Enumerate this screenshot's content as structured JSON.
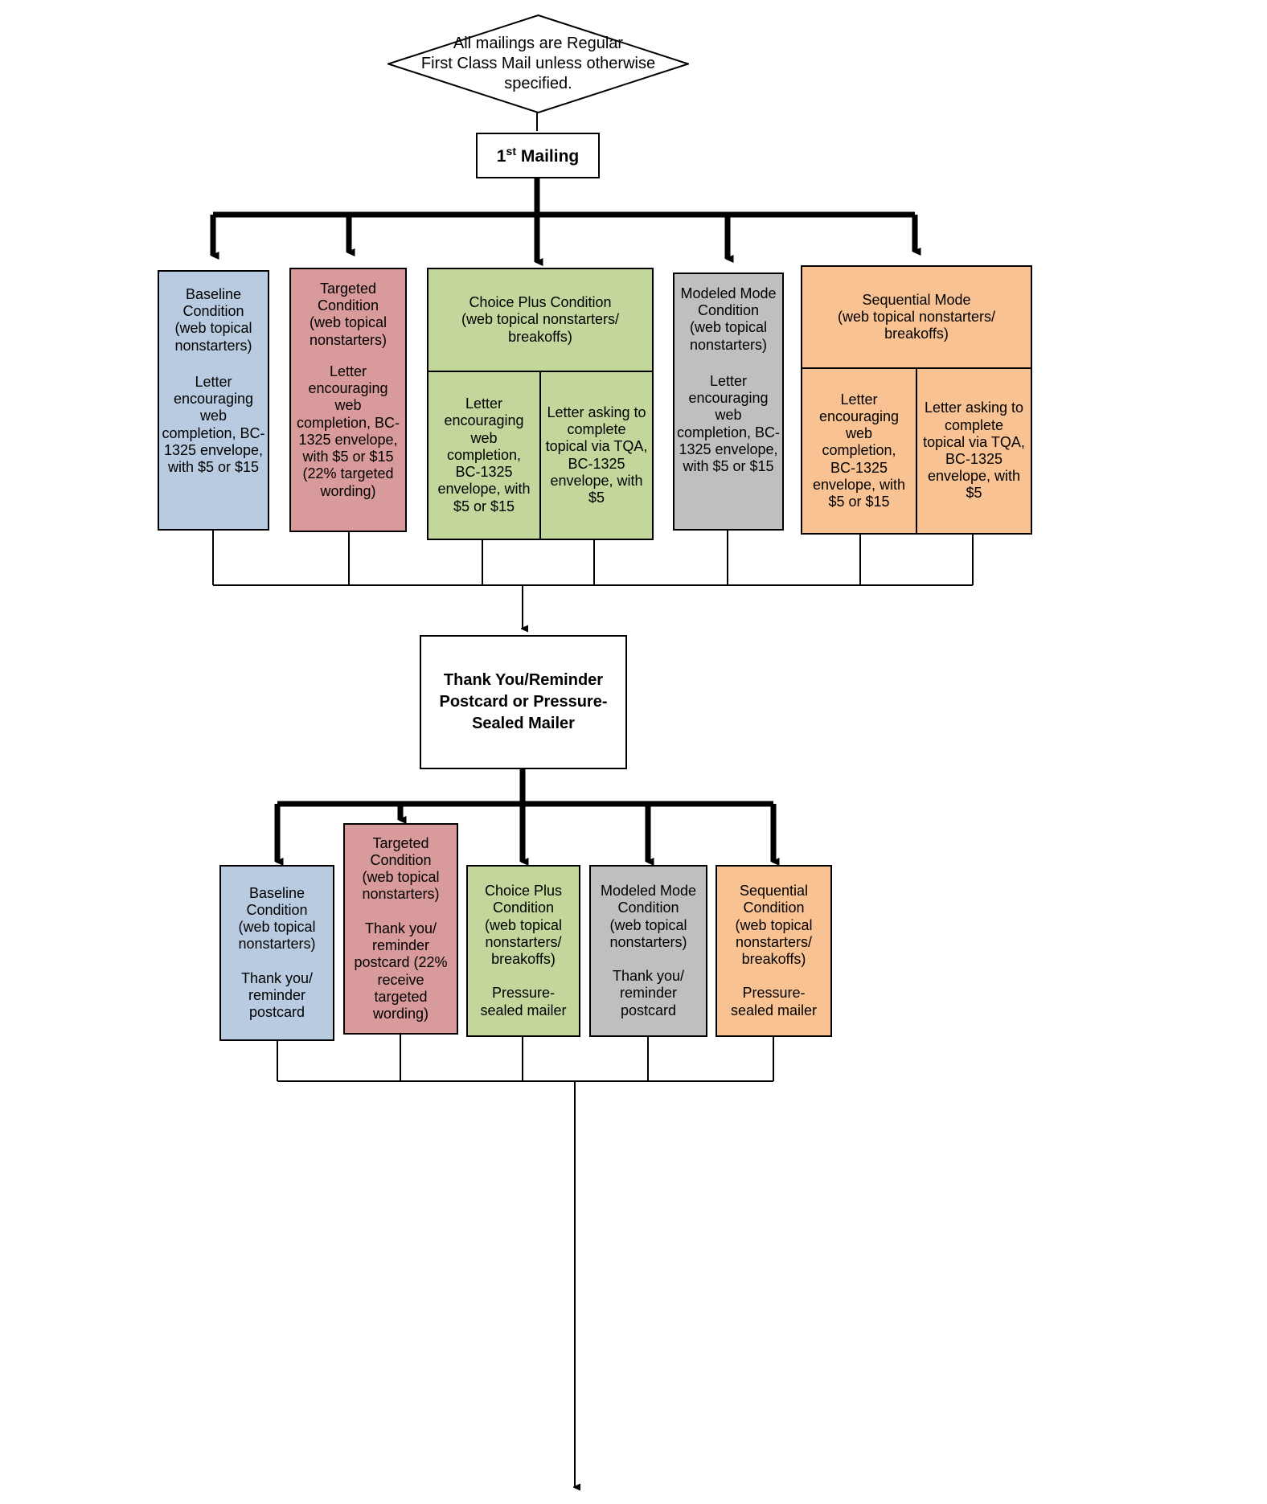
{
  "diagram": {
    "title_note": "All mailings are Regular\nFirst Class Mail unless otherwise\nspecified.",
    "colors": {
      "baseline": "#b9cbe0",
      "targeted": "#d89a9a",
      "choice_plus": "#c3d69b",
      "modeled_mode": "#bfbfbf",
      "sequential": "#f8c293",
      "plain": "#ffffff",
      "stroke": "#000000"
    },
    "mailing1": {
      "label": "1st Mailing",
      "label_main": "1",
      "label_sup": "st",
      "label_rest": " Mailing"
    },
    "mailing1_conditions": [
      {
        "name": "baseline-condition-1",
        "header": "Baseline\nCondition\n(web topical\nnonstarters)",
        "body": "Letter\nencouraging\nweb\ncompletion, BC-\n1325 envelope,\nwith $5 or $15",
        "color": "#b9cbe0",
        "split": false
      },
      {
        "name": "targeted-condition-1",
        "header": "Targeted\nCondition\n(web topical\nnonstarters)",
        "body": "Letter\nencouraging\nweb\ncompletion, BC-\n1325 envelope,\nwith $5 or $15\n(22% targeted\nwording)",
        "color": "#d89a9a",
        "split": false
      },
      {
        "name": "choice-plus-condition-1",
        "header": "Choice Plus Condition\n(web topical nonstarters/\nbreakoffs)",
        "color": "#c3d69b",
        "split": true,
        "cells": [
          "Letter\nencouraging web\ncompletion,\nBC-1325\nenvelope, with\n$5 or $15",
          "Letter asking to\ncomplete\ntopical via TQA,\nBC-1325\nenvelope, with\n$5"
        ]
      },
      {
        "name": "modeled-mode-condition-1",
        "header": "Modeled Mode\nCondition\n(web topical\nnonstarters)",
        "body": "Letter\nencouraging\nweb\ncompletion, BC-\n1325 envelope,\nwith $5 or $15",
        "color": "#bfbfbf",
        "split": false
      },
      {
        "name": "sequential-mode-condition-1",
        "header": "Sequential Mode\n(web topical nonstarters/\nbreakoffs)",
        "color": "#f8c293",
        "split": true,
        "cells": [
          "Letter\nencouraging\nweb\ncompletion,\nBC-1325\nenvelope, with\n$5 or $15",
          "Letter asking to\ncomplete\ntopical via TQA,\nBC-1325\nenvelope, with\n$5"
        ]
      }
    ],
    "reminder_box": {
      "label": "Thank You/Reminder\nPostcard or Pressure-\nSealed Mailer"
    },
    "mailing2_conditions": [
      {
        "name": "baseline-condition-2",
        "text": "Baseline\nCondition\n(web topical\nnonstarters)\n\nThank you/\nreminder\npostcard",
        "color": "#b9cbe0"
      },
      {
        "name": "targeted-condition-2",
        "text": "Targeted\nCondition\n(web topical\nnonstarters)\n\nThank you/\nreminder\npostcard (22%\nreceive\ntargeted\nwording)",
        "color": "#d89a9a"
      },
      {
        "name": "choice-plus-condition-2",
        "text": "Choice Plus\nCondition\n(web topical\nnonstarters/\nbreakoffs)\n\nPressure-\nsealed mailer",
        "color": "#c3d69b"
      },
      {
        "name": "modeled-mode-condition-2",
        "text": "Modeled Mode\nCondition\n(web topical\nnonstarters)\n\nThank you/\nreminder\npostcard",
        "color": "#bfbfbf"
      },
      {
        "name": "sequential-condition-2",
        "text": "Sequential\nCondition\n(web topical\nnonstarters/\nbreakoffs)\n\nPressure-\nsealed mailer",
        "color": "#f8c293"
      }
    ]
  }
}
